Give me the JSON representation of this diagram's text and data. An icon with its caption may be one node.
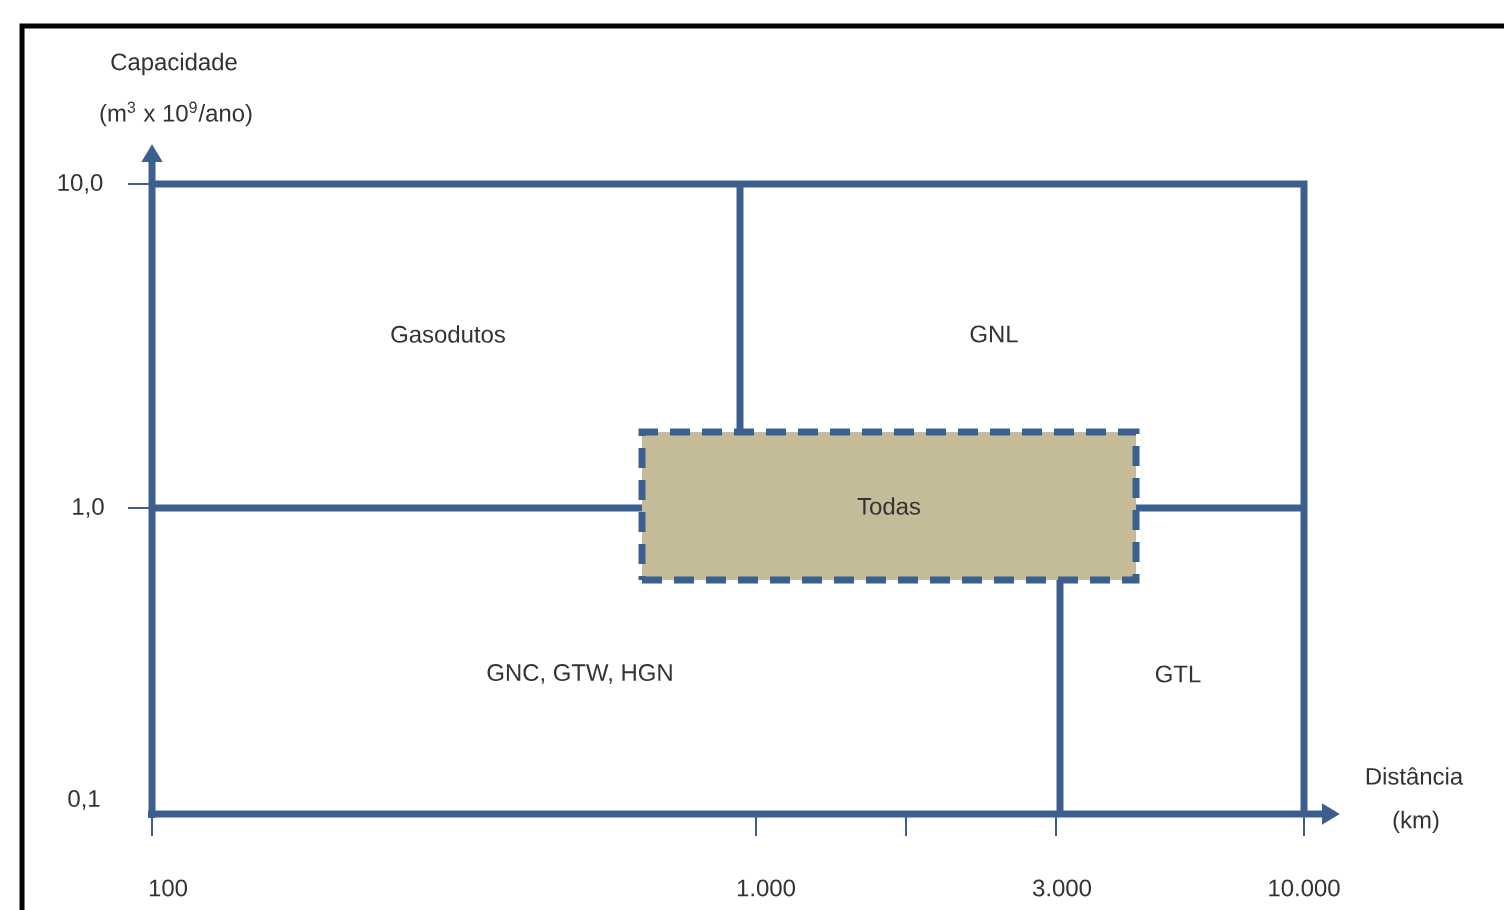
{
  "diagram": {
    "nodes": [
      {
        "text": [
          "Todas"
        ]
      }
    ],
    "labels": [
      "Capacidade",
      "(m$^{3}$ x 10$^{9}$/ano)",
      "10,0",
      "Gasodutos",
      "GNL",
      "1,0",
      "GNC, GTW, HGN",
      "GTL",
      "0,1",
      "Distância",
      "(km)",
      "100",
      "1.000",
      "3.000",
      "10.000"
    ]
  }
}
